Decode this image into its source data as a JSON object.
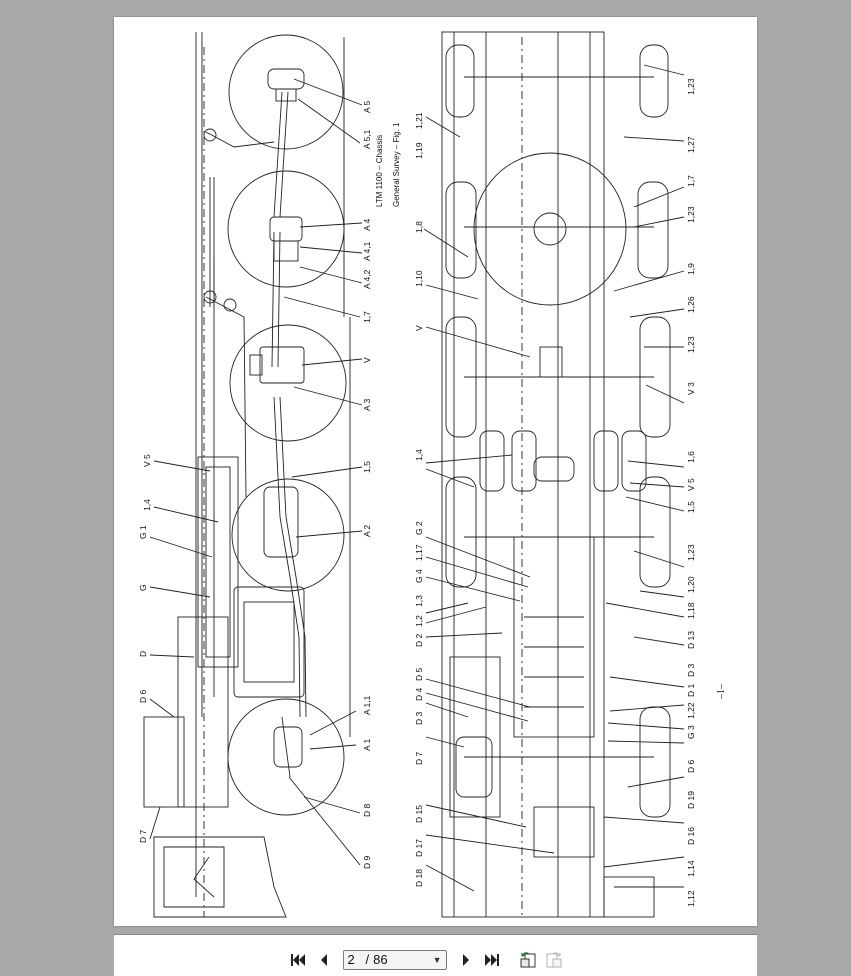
{
  "document": {
    "title": "LTM 1100 – Chassis",
    "subtitle": "General Survey – Fig. 1",
    "page_number_printed": "–1–",
    "left_labels": [
      "A 5",
      "A 5,1",
      "A 4",
      "A 4,1",
      "A 4,2",
      "1,7",
      "V",
      "A 3",
      "1,5",
      "A 2",
      "A 1,1",
      "A 1",
      "D 8",
      "D 9",
      "V 5",
      "1,4",
      "G 1",
      "G",
      "D",
      "D 6",
      "D 7"
    ],
    "right_labels": [
      "1,21",
      "1,19",
      "1,8",
      "1,10",
      "V",
      "1,4",
      "G 2",
      "1,17",
      "G 4",
      "1,3",
      "1,2",
      "D 2",
      "D 5",
      "D 4",
      "D 3",
      "D 7",
      "D 15",
      "D 17",
      "D 18",
      "1,23",
      "1,27",
      "1,7",
      "1,23",
      "1,9",
      "1,26",
      "1,23",
      "V 3",
      "1,6",
      "V 5",
      "1,5",
      "1,23",
      "1,20",
      "1,18",
      "D 13",
      "D 3",
      "D 1",
      "1,22",
      "G 3",
      "D 6",
      "D 19",
      "D 16",
      "1,14",
      "1,12"
    ]
  },
  "viewer": {
    "current_page": "2",
    "separator": "/",
    "total_pages": "86",
    "buttons": {
      "first": "first-page",
      "prev": "previous-page",
      "next": "next-page",
      "last": "last-page",
      "rotate_ccw": "rotate-counterclockwise",
      "rotate_cw": "rotate-clockwise"
    }
  }
}
